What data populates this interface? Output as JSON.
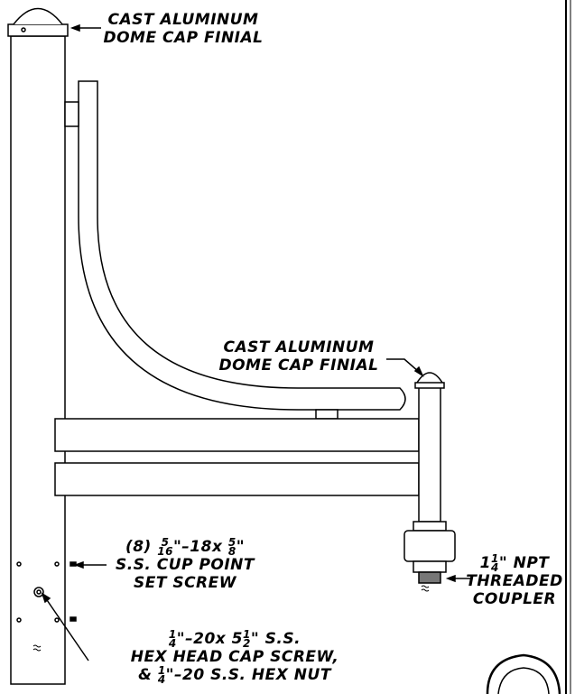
{
  "labels": {
    "top_finial_line1": "CAST ALUMINUM",
    "top_finial_line2": "DOME CAP FINIAL",
    "arm_finial_line1": "CAST ALUMINUM",
    "arm_finial_line2": "DOME CAP FINIAL",
    "set_screw_qty": "(8)",
    "set_screw_size_num": "5",
    "set_screw_size_den": "16",
    "set_screw_thread": "\"–18x",
    "set_screw_len_num": "5",
    "set_screw_len_den": "8",
    "set_screw_inch": "\"",
    "set_screw_line2": "S.S. CUP POINT",
    "set_screw_line3": "SET SCREW",
    "coupler_size_whole": "1",
    "coupler_size_num": "1",
    "coupler_size_den": "4",
    "coupler_size_rest": "\" NPT",
    "coupler_line2": "THREADED",
    "coupler_line3": "COUPLER",
    "bolt_dia_num": "1",
    "bolt_dia_den": "4",
    "bolt_thread": "\"–20x 5",
    "bolt_len_num": "1",
    "bolt_len_den": "2",
    "bolt_rest": "\" S.S.",
    "bolt_line2": "HEX HEAD CAP SCREW,",
    "nut_prefix": "&",
    "nut_num": "1",
    "nut_den": "4",
    "nut_rest": "\"–20 S.S. HEX NUT"
  },
  "colors": {
    "line": "#000000",
    "background": "#ffffff",
    "coupler_fill": "#777777"
  }
}
